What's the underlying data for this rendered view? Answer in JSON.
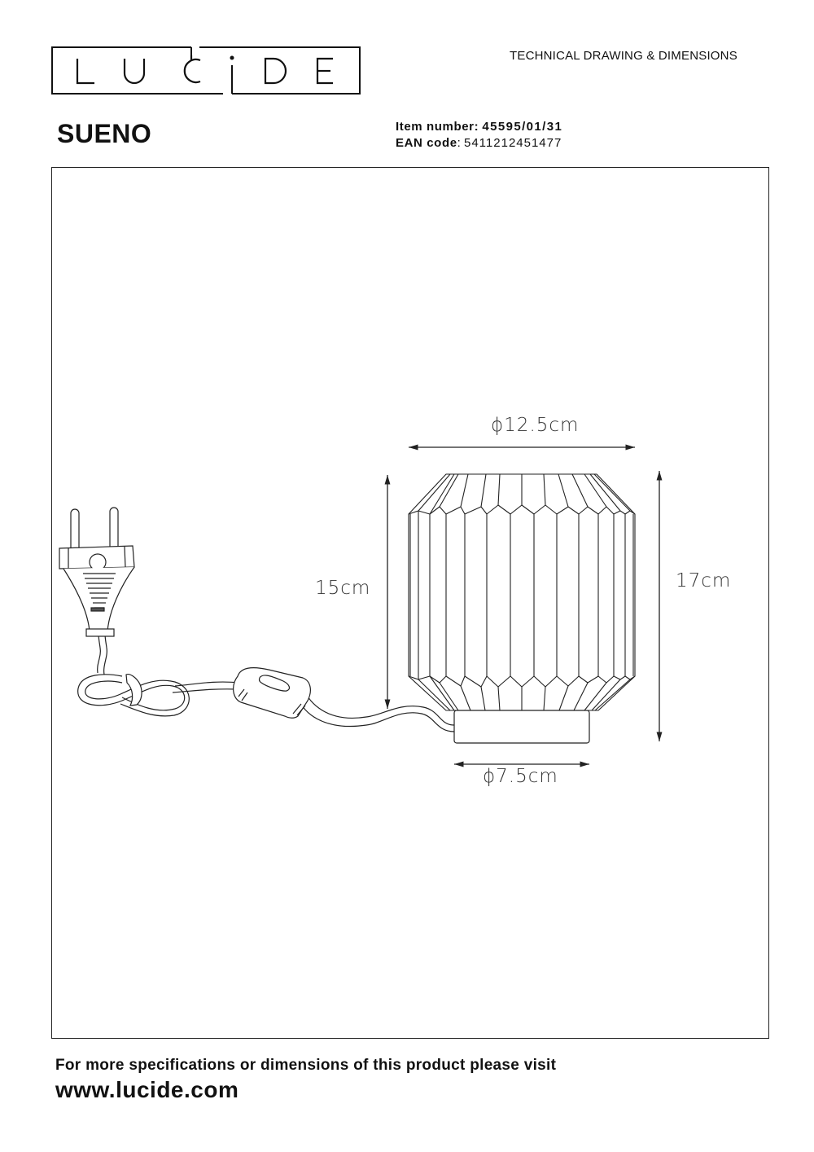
{
  "header": {
    "brand_letters": [
      "L",
      "U",
      "C",
      "i",
      "D",
      "E"
    ],
    "brand_name": "LUCIDE",
    "doc_type": "TECHNICAL DRAWING & DIMENSIONS"
  },
  "product": {
    "name": "SUENO",
    "item_number_label": "Item number:",
    "item_number": "45595/01/31",
    "ean_label": "EAN code",
    "ean_separator": ":",
    "ean_code": "5411212451477"
  },
  "drawing": {
    "subject": "table lamp with faceted shade, round base, inline switch and plug",
    "dimensions": {
      "shade_diameter": "ϕ12.5cm",
      "shade_height": "15cm",
      "total_height": "17cm",
      "base_diameter": "ϕ7.5cm"
    },
    "line_color": "#222222"
  },
  "footer": {
    "text": "For more specifications or dimensions of this product please visit",
    "url": "www.lucide.com"
  }
}
